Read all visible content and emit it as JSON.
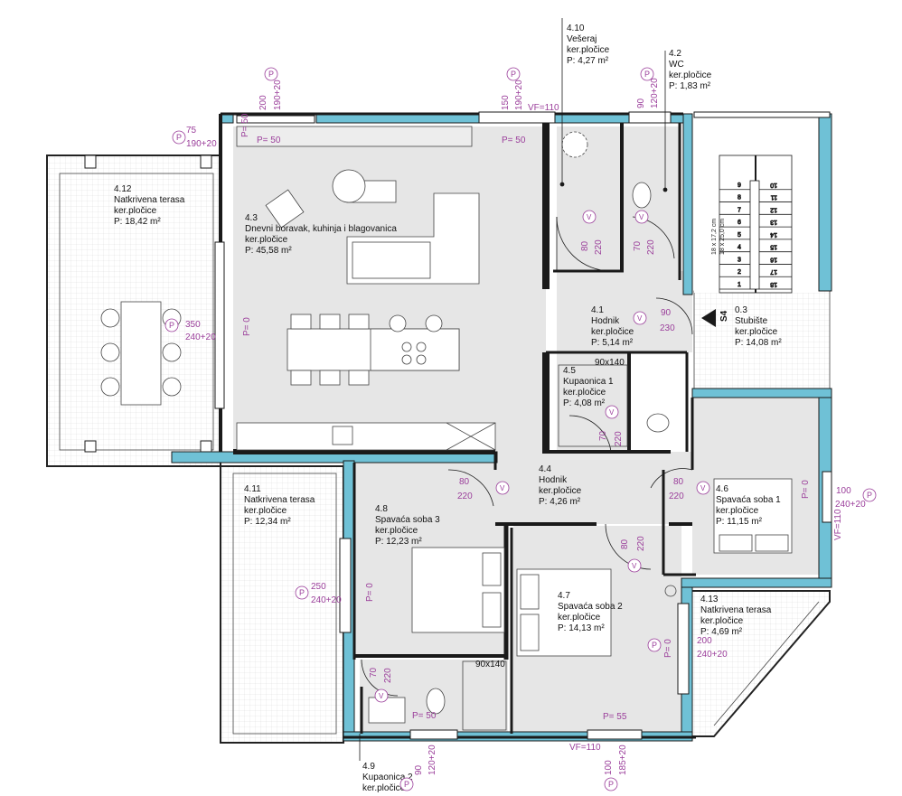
{
  "colors": {
    "wall": "#1a1a1a",
    "floor": "#e6e6e6",
    "terrace": "#f4f4f4",
    "insulation": "#6fc1d6",
    "annotation": "#9b3f9b",
    "furniture": "#ffffff"
  },
  "rooms": [
    {
      "id": "4.3",
      "lines": [
        "4.3",
        "Dnevni boravak, kuhinja i blagovanica",
        "ker.pločice",
        "P: 45,58 m²"
      ]
    },
    {
      "id": "4.10",
      "lines": [
        "4.10",
        "Vešeraj",
        "ker.pločice",
        "P: 4,27 m²"
      ]
    },
    {
      "id": "4.2",
      "lines": [
        "4.2",
        "WC",
        "ker.pločice",
        "P: 1,83 m²"
      ]
    },
    {
      "id": "4.12",
      "lines": [
        "4.12",
        "Natkrivena terasa",
        "ker.pločice",
        "P: 18,42 m²"
      ]
    },
    {
      "id": "4.1",
      "lines": [
        "4.1",
        "Hodnik",
        "ker.pločice",
        "P: 5,14 m²"
      ]
    },
    {
      "id": "0.3",
      "lines": [
        "0.3",
        "Stubište",
        "ker.pločice",
        "P: 14,08 m²"
      ]
    },
    {
      "id": "4.5",
      "lines": [
        "4.5",
        "Kupaonica 1",
        "ker.pločice",
        "P: 4,08 m²"
      ]
    },
    {
      "id": "4.4",
      "lines": [
        "4.4",
        "Hodnik",
        "ker.pločice",
        "P: 4,26 m²"
      ]
    },
    {
      "id": "4.11",
      "lines": [
        "4.11",
        "Natkrivena terasa",
        "ker.pločice",
        "P: 12,34 m²"
      ]
    },
    {
      "id": "4.8",
      "lines": [
        "4.8",
        "Spavaća soba 3",
        "ker.pločice",
        "P: 12,23 m²"
      ]
    },
    {
      "id": "4.6",
      "lines": [
        "4.6",
        "Spavaća soba 1",
        "ker.pločice",
        "P: 11,15 m²"
      ]
    },
    {
      "id": "4.7",
      "lines": [
        "4.7",
        "Spavaća soba 2",
        "ker.pločice",
        "P: 14,13 m²"
      ]
    },
    {
      "id": "4.13",
      "lines": [
        "4.13",
        "Natkrivena terasa",
        "ker.pločice",
        "P: 4,69 m²"
      ]
    },
    {
      "id": "4.9",
      "lines": [
        "4.9",
        "Kupaonica 2",
        "ker.pločice"
      ]
    }
  ],
  "marks": {
    "p": "P",
    "vf": "VF=110",
    "p50": "P= 50",
    "p0": "P= 0",
    "p55": "P= 55",
    "s4": "S4",
    "shower": "90x140"
  },
  "window_dims": [
    {
      "a": "75",
      "b": "190+20"
    },
    {
      "a": "200",
      "b": "190+20"
    },
    {
      "a": "150",
      "b": "190+20"
    },
    {
      "a": "90",
      "b": "120+20"
    },
    {
      "a": "350",
      "b": "240+20"
    },
    {
      "a": "100",
      "b": "240+20"
    },
    {
      "a": "250",
      "b": "240+20"
    },
    {
      "a": "200",
      "b": "240+20"
    },
    {
      "a": "90",
      "b": "120+20"
    },
    {
      "a": "100",
      "b": "185+20"
    }
  ],
  "door_dims": [
    {
      "a": "80",
      "b": "220"
    },
    {
      "a": "70",
      "b": "220"
    },
    {
      "a": "90",
      "b": "230"
    },
    {
      "a": "70",
      "b": "220"
    },
    {
      "a": "80",
      "b": "220"
    },
    {
      "a": "80",
      "b": "220"
    },
    {
      "a": "80",
      "b": "220"
    },
    {
      "a": "70",
      "b": "220"
    }
  ],
  "stair_steps": [
    "1",
    "2",
    "3",
    "4",
    "5",
    "6",
    "7",
    "8",
    "9",
    "10",
    "11",
    "12",
    "13",
    "14",
    "15",
    "16",
    "17",
    "18"
  ],
  "stair_note": [
    "18 x 17,2 cm",
    "18 x 25,0 cm"
  ]
}
